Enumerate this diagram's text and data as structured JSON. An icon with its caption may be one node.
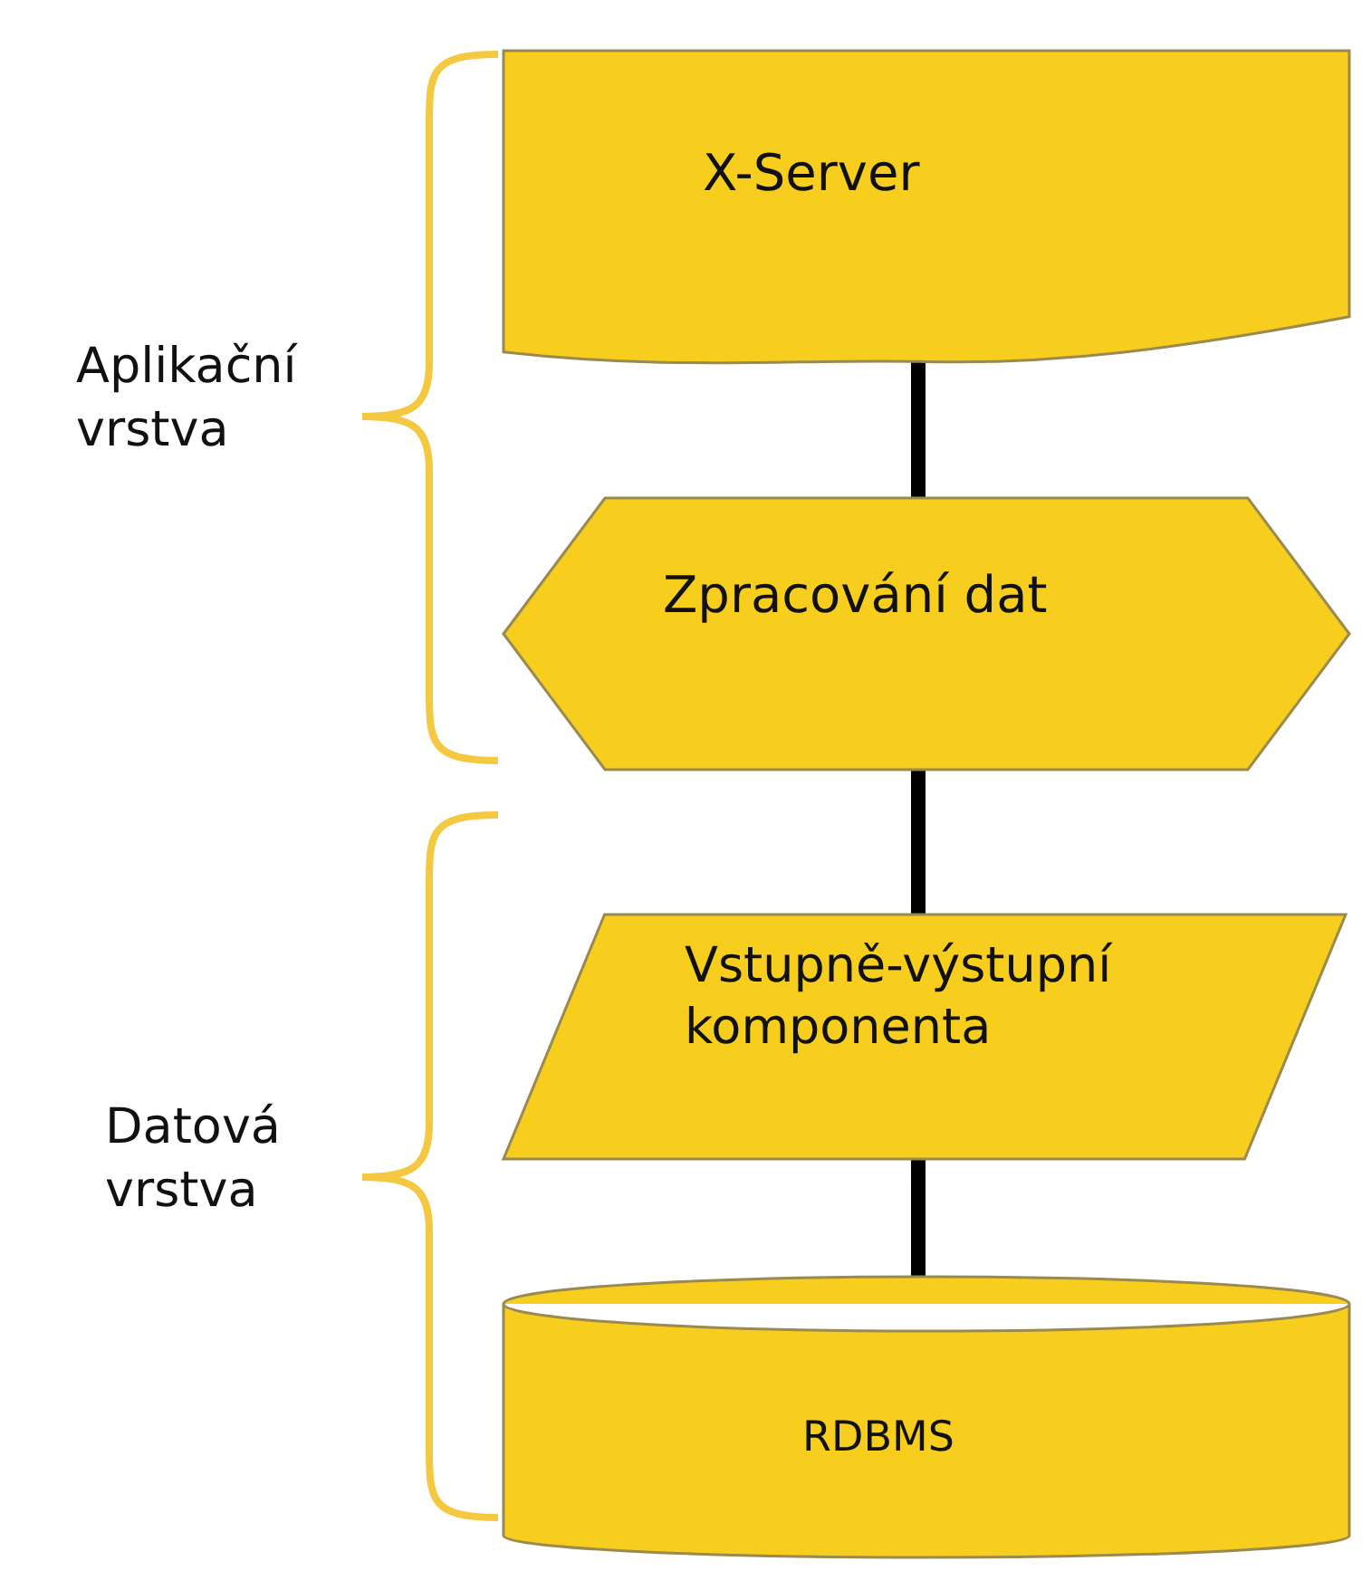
{
  "diagram": {
    "nodes": [
      {
        "text": [
          "X-Server"
        ]
      },
      {
        "text": [
          "Zpracování dat"
        ]
      },
      {
        "text": [
          "Vstupně-výstupní komponenta"
        ]
      },
      {
        "text": [
          "RDBMS"
        ]
      }
    ],
    "edges": [
      {
        "from": 0,
        "to": 1,
        "arrow": "none"
      },
      {
        "from": 1,
        "to": 2,
        "arrow": "none"
      },
      {
        "from": 2,
        "to": 3,
        "arrow": "none"
      }
    ],
    "labels": [
      "Aplikační vrstva",
      "Datová vrstva"
    ]
  }
}
